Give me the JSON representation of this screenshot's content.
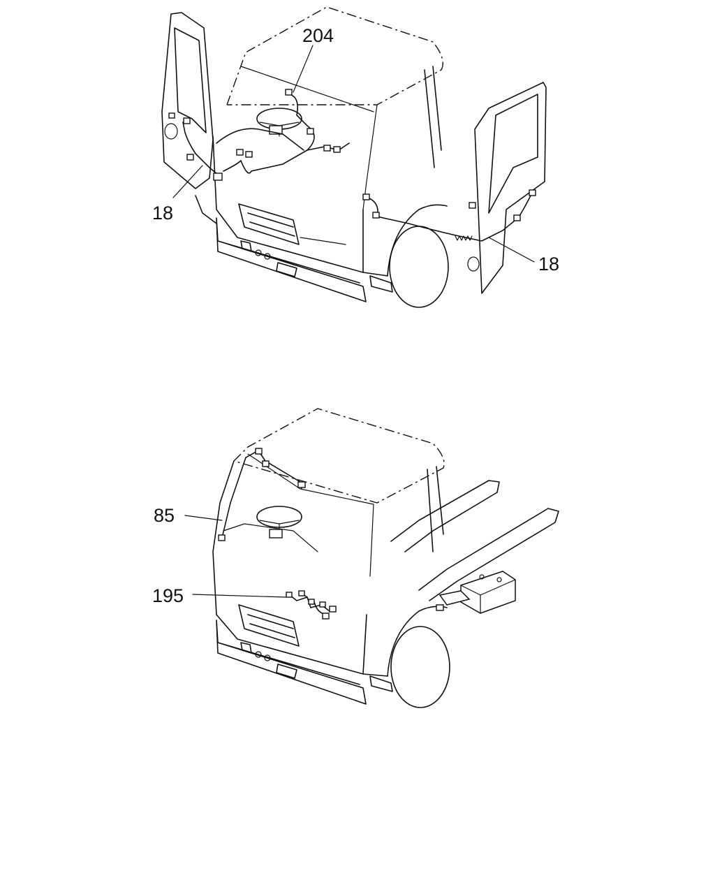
{
  "callouts": {
    "top_steering_harness": "204",
    "top_left_door_harness": "18",
    "top_right_door_harness": "18",
    "bottom_roof_harness": "85",
    "bottom_dash_harness": "195"
  }
}
